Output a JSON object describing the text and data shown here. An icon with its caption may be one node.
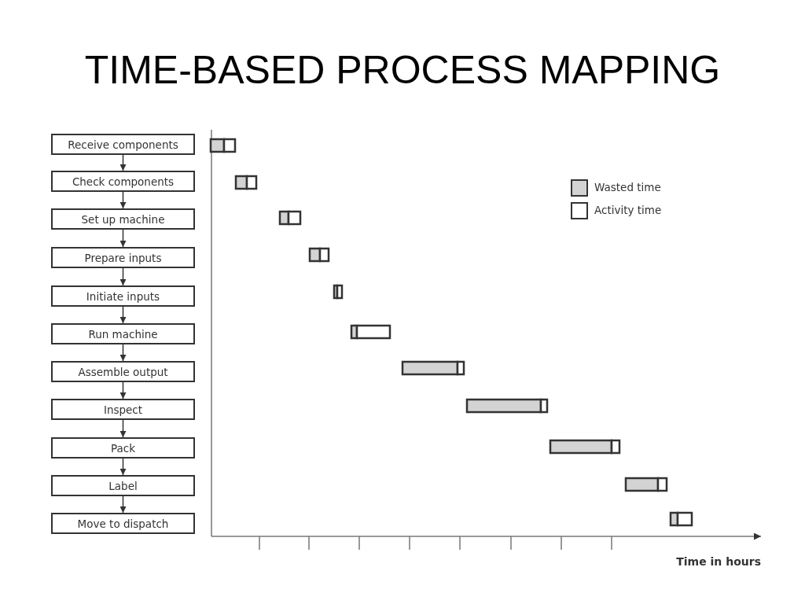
{
  "diagram": {
    "title": "TIME-BASED PROCESS MAPPING",
    "nodes": [
      {
        "text": [
          "Receive components"
        ]
      },
      {
        "text": [
          "Check components"
        ]
      },
      {
        "text": [
          "Set up machine"
        ]
      },
      {
        "text": [
          "Prepare inputs"
        ]
      },
      {
        "text": [
          "Initiate inputs"
        ]
      },
      {
        "text": [
          "Run machine"
        ]
      },
      {
        "text": [
          "Assemble output"
        ]
      },
      {
        "text": [
          "Inspect"
        ]
      },
      {
        "text": [
          "Pack"
        ]
      },
      {
        "text": [
          "Label"
        ]
      },
      {
        "text": [
          "Move to dispatch"
        ]
      }
    ],
    "edges": [
      {
        "from": 0,
        "to": 1,
        "arrow": "to"
      },
      {
        "from": 1,
        "to": 2,
        "arrow": "to"
      },
      {
        "from": 2,
        "to": 3,
        "arrow": "to"
      },
      {
        "from": 3,
        "to": 4,
        "arrow": "to"
      },
      {
        "from": 4,
        "to": 5,
        "arrow": "to"
      },
      {
        "from": 5,
        "to": 6,
        "arrow": "to"
      },
      {
        "from": 6,
        "to": 7,
        "arrow": "to"
      },
      {
        "from": 7,
        "to": 8,
        "arrow": "to"
      },
      {
        "from": 8,
        "to": 9,
        "arrow": "to"
      },
      {
        "from": 9,
        "to": 10,
        "arrow": "to"
      }
    ],
    "labels": [
      "Time in hours"
    ],
    "legend": [
      {
        "text": "Wasted time",
        "color": "#d3d3d3"
      },
      {
        "text": "Activity time",
        "color": "#ffffff"
      }
    ]
  }
}
